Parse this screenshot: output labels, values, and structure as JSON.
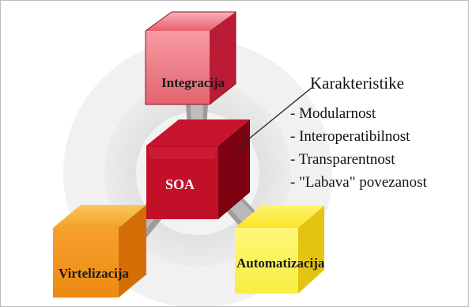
{
  "diagram": {
    "center": {
      "label": "SOA",
      "color": "#c8102e"
    },
    "nodes": [
      {
        "id": "integracija",
        "label": "Integracija",
        "color": "#e8354a"
      },
      {
        "id": "virtelizacija",
        "label": "Virtelizacija",
        "color": "#f08a1a"
      },
      {
        "id": "automatizacija",
        "label": "Automatizacija",
        "color": "#f5e12a"
      }
    ]
  },
  "characteristics": {
    "title": "Karakteristike",
    "items": [
      "- Modularnost",
      "- Interoperatibilnost",
      "- Transparentnost",
      "- \"Labava\" povezanost"
    ]
  }
}
